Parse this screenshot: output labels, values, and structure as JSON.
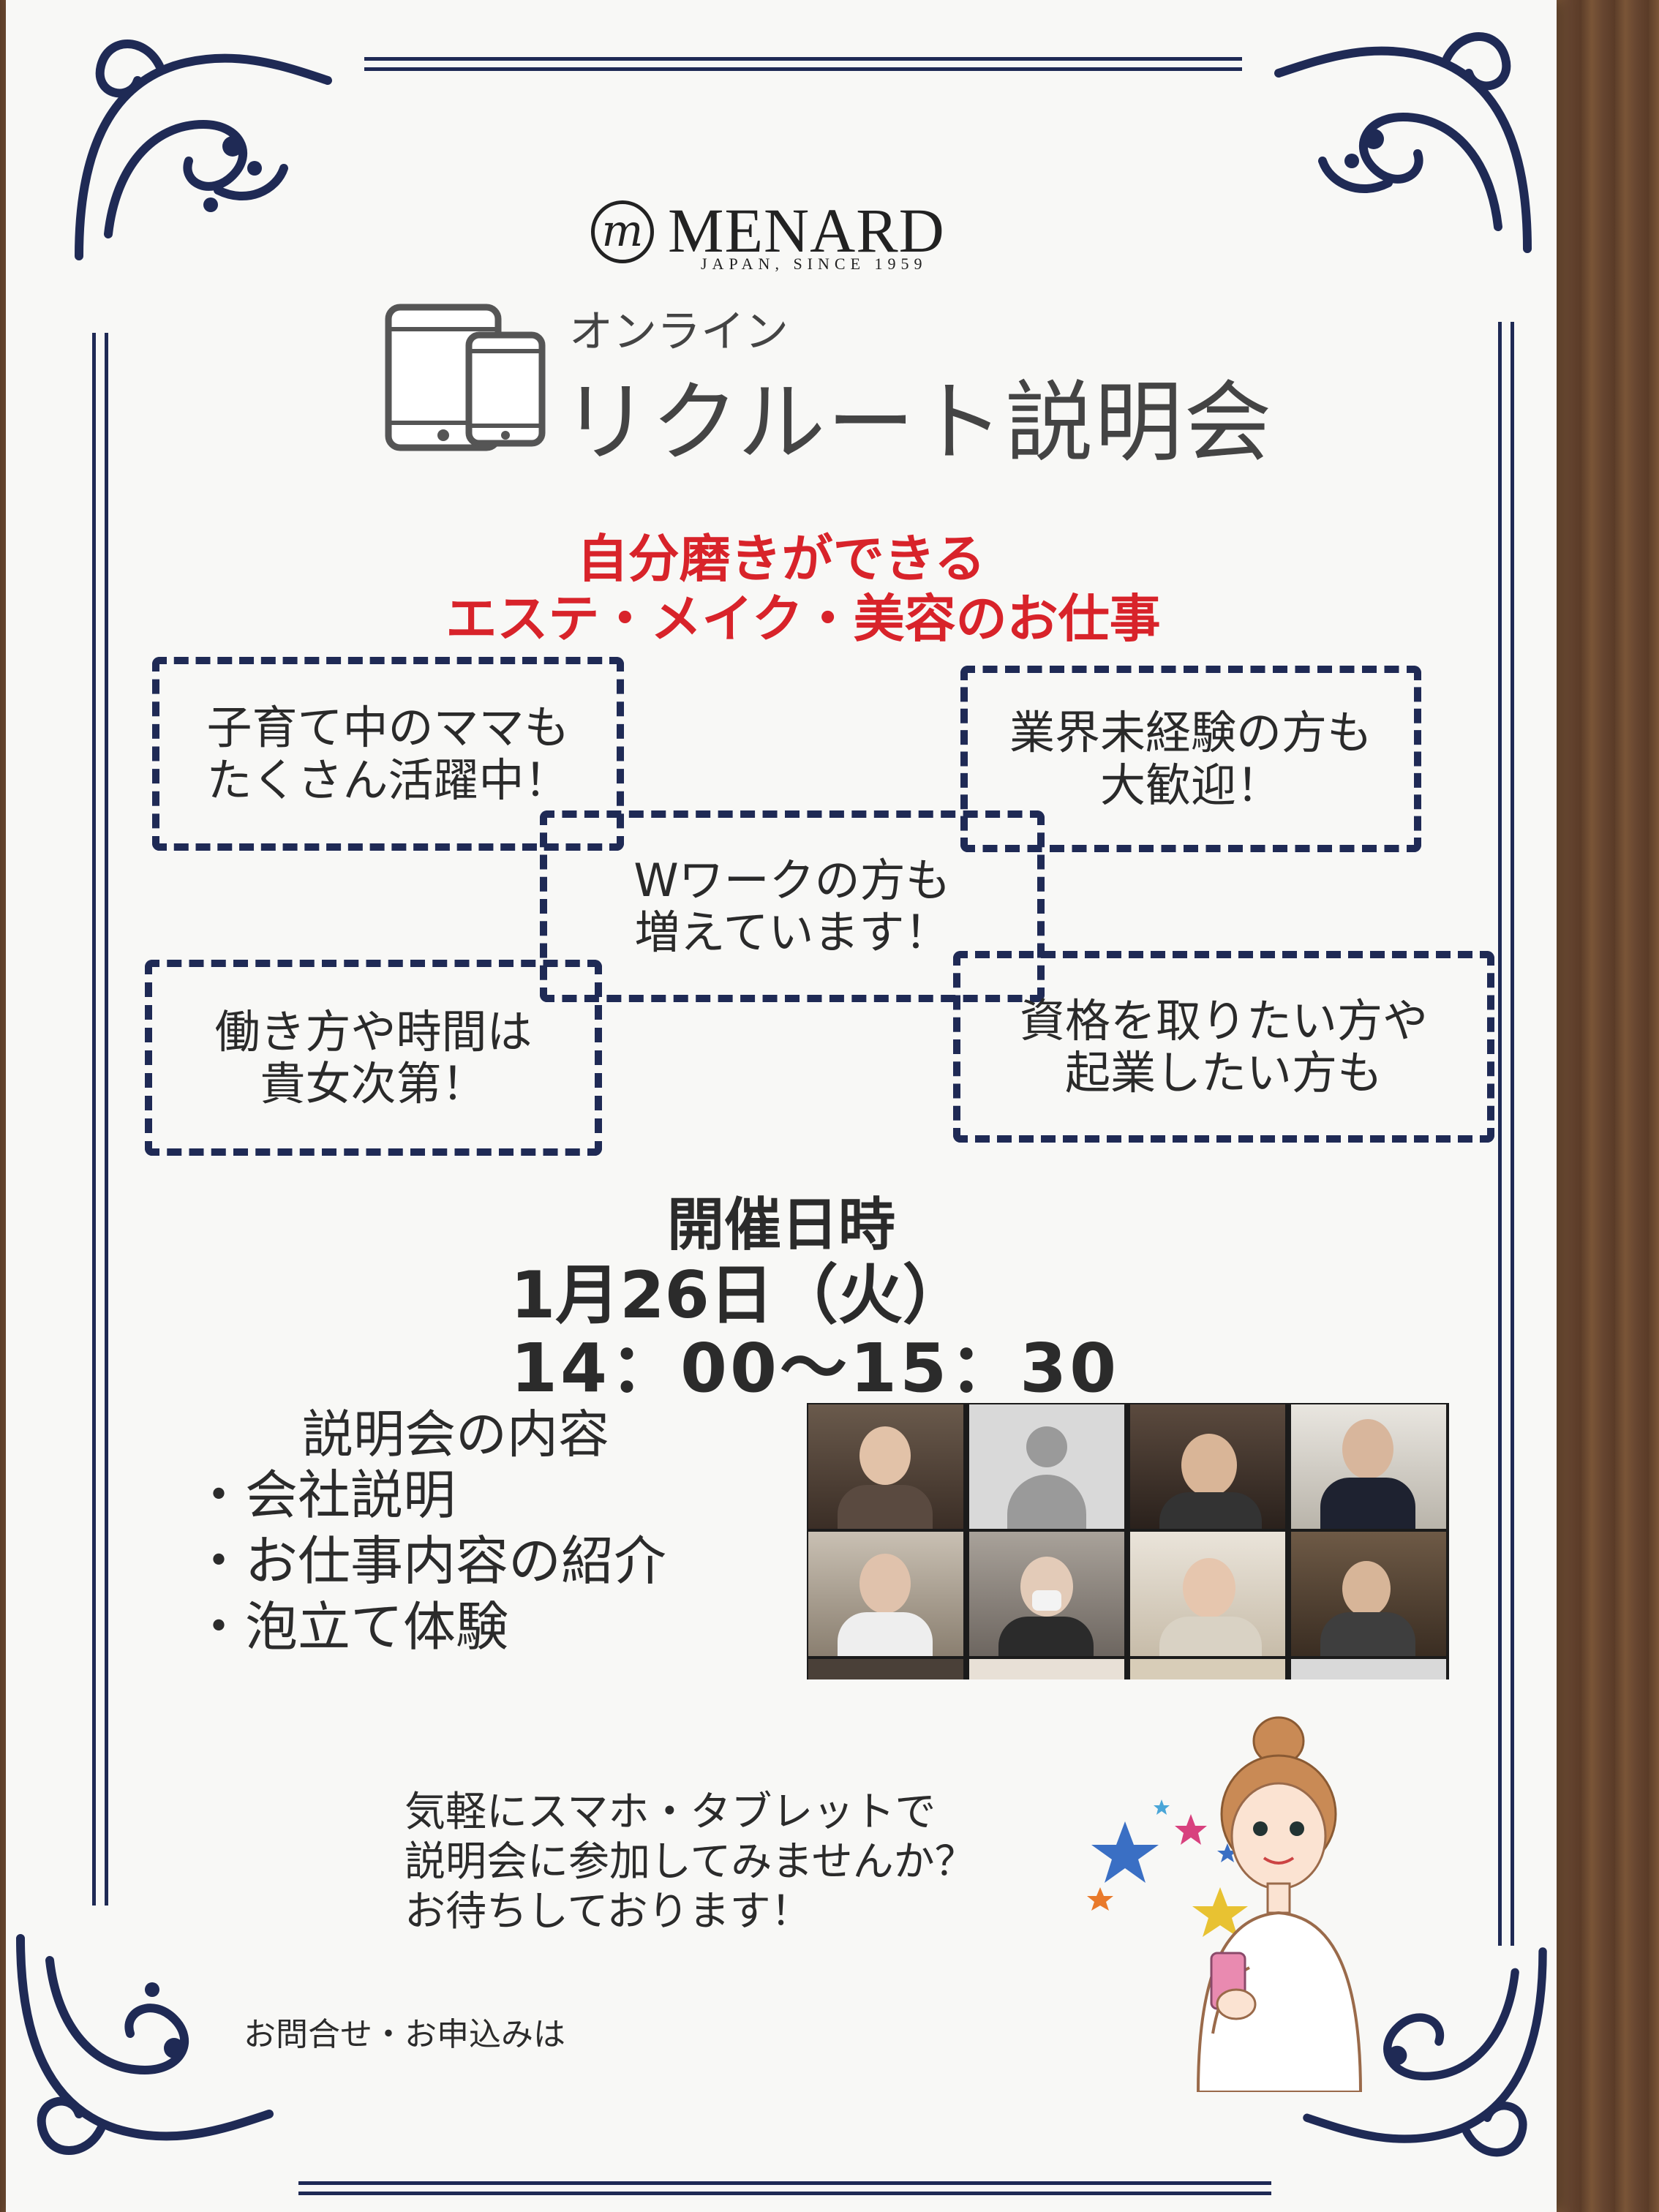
{
  "brand": {
    "logo_mark": "m",
    "name": "MENARD",
    "tagline": "JAPAN, SINCE 1959"
  },
  "title": {
    "small": "オンライン",
    "main": "リクルート説明会"
  },
  "catch": {
    "line1": "自分磨きができる",
    "line2": "エステ・メイク・美容のお仕事"
  },
  "features": [
    {
      "text": "子育て中のママも\nたくさん活躍中！"
    },
    {
      "text": "業界未経験の方も\n大歓迎！"
    },
    {
      "text": "Wワークの方も\n増えています！"
    },
    {
      "text": "働き方や時間は\n貴女次第！"
    },
    {
      "text": "資格を取りたい方や\n起業したい方も"
    }
  ],
  "schedule": {
    "heading": "開催日時",
    "date": "1月26日（火）",
    "time": "14：00〜15：30"
  },
  "contents": {
    "heading": "説明会の内容",
    "items": [
      "・会社説明",
      "・お仕事内容の紹介",
      "・泡立て体験"
    ]
  },
  "invite": {
    "line1": "気軽にスマホ・タブレットで",
    "line2": "説明会に参加してみませんか？",
    "line3": "お待ちしております！"
  },
  "contact": {
    "label": "お問合せ・お申込みは"
  },
  "colors": {
    "navy": "#1f2a55",
    "accent_red": "#d8232a",
    "paper": "#f8f8f6"
  },
  "icons": [
    "phone-tablet-icon",
    "corner-ornament-icon",
    "star-icon",
    "woman-with-phone-illustration",
    "video-call-grid"
  ]
}
